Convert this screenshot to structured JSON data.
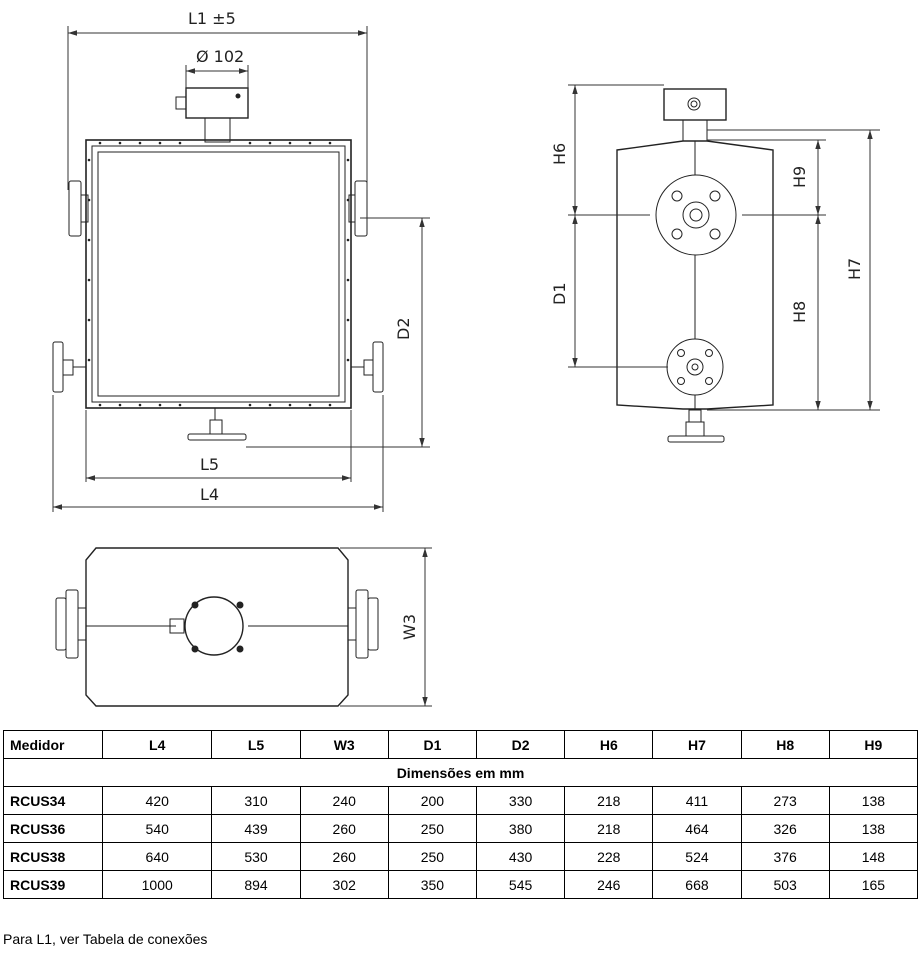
{
  "drawing": {
    "labels": {
      "l1": "L1 ±5",
      "phi": "Ø 102",
      "d2": "D2",
      "l5": "L5",
      "l4": "L4",
      "w3": "W3",
      "h6": "H6",
      "h9": "H9",
      "h7": "H7",
      "d1": "D1",
      "h8": "H8"
    },
    "colors": {
      "line": "#222222",
      "dim": "#333333"
    }
  },
  "table": {
    "headers": [
      "Medidor",
      "L4",
      "L5",
      "W3",
      "D1",
      "D2",
      "H6",
      "H7",
      "H8",
      "H9"
    ],
    "span_label": "Dimensões em mm",
    "rows": [
      [
        "RCUS34",
        "420",
        "310",
        "240",
        "200",
        "330",
        "218",
        "411",
        "273",
        "138"
      ],
      [
        "RCUS36",
        "540",
        "439",
        "260",
        "250",
        "380",
        "218",
        "464",
        "326",
        "138"
      ],
      [
        "RCUS38",
        "640",
        "530",
        "260",
        "250",
        "430",
        "228",
        "524",
        "376",
        "148"
      ],
      [
        "RCUS39",
        "1000",
        "894",
        "302",
        "350",
        "545",
        "246",
        "668",
        "503",
        "165"
      ]
    ]
  },
  "note": "Para L1, ver Tabela de conexões"
}
